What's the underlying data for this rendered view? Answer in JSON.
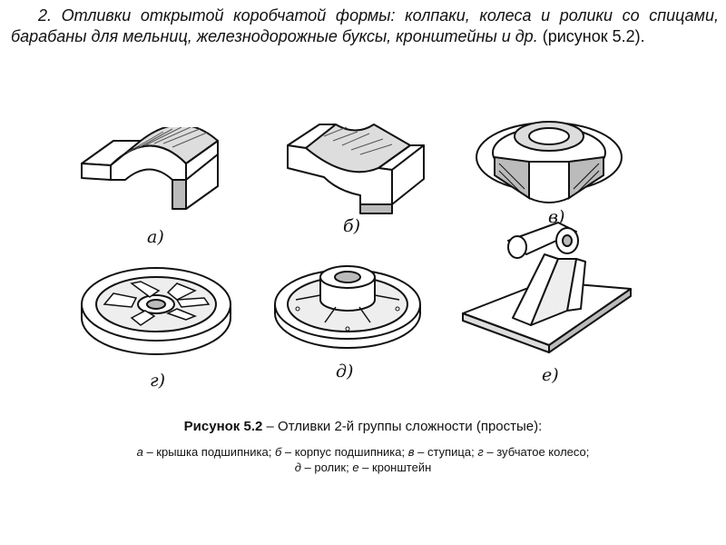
{
  "intro": {
    "number": "2.",
    "italic_text": "Отливки открытой коробчатой формы: колпаки, колеса и ролики со спицами, барабаны для мельниц, железнодорожные буксы, кронштейны и др.",
    "tail": "(рисунок 5.2)."
  },
  "figures": [
    {
      "id": "a",
      "label": "а)"
    },
    {
      "id": "b",
      "label": "б)"
    },
    {
      "id": "v",
      "label": "в)"
    },
    {
      "id": "g",
      "label": "г)"
    },
    {
      "id": "d",
      "label": "д)"
    },
    {
      "id": "e",
      "label": "е)"
    }
  ],
  "caption": {
    "prefix": "Рисунок 5.2",
    "dash": " – ",
    "text": "Отливки 2-й группы сложности (простые):"
  },
  "legend": {
    "line1": [
      {
        "key": "а",
        "text": "крышка подшипника;"
      },
      {
        "key": "б",
        "text": "корпус подшипника;"
      },
      {
        "key": "в",
        "text": "ступица;"
      },
      {
        "key": "г",
        "text": "зубчатое колесо;"
      }
    ],
    "line2": [
      {
        "key": "д",
        "text": "ролик;"
      },
      {
        "key": "е",
        "text": "кронштейн"
      }
    ]
  }
}
